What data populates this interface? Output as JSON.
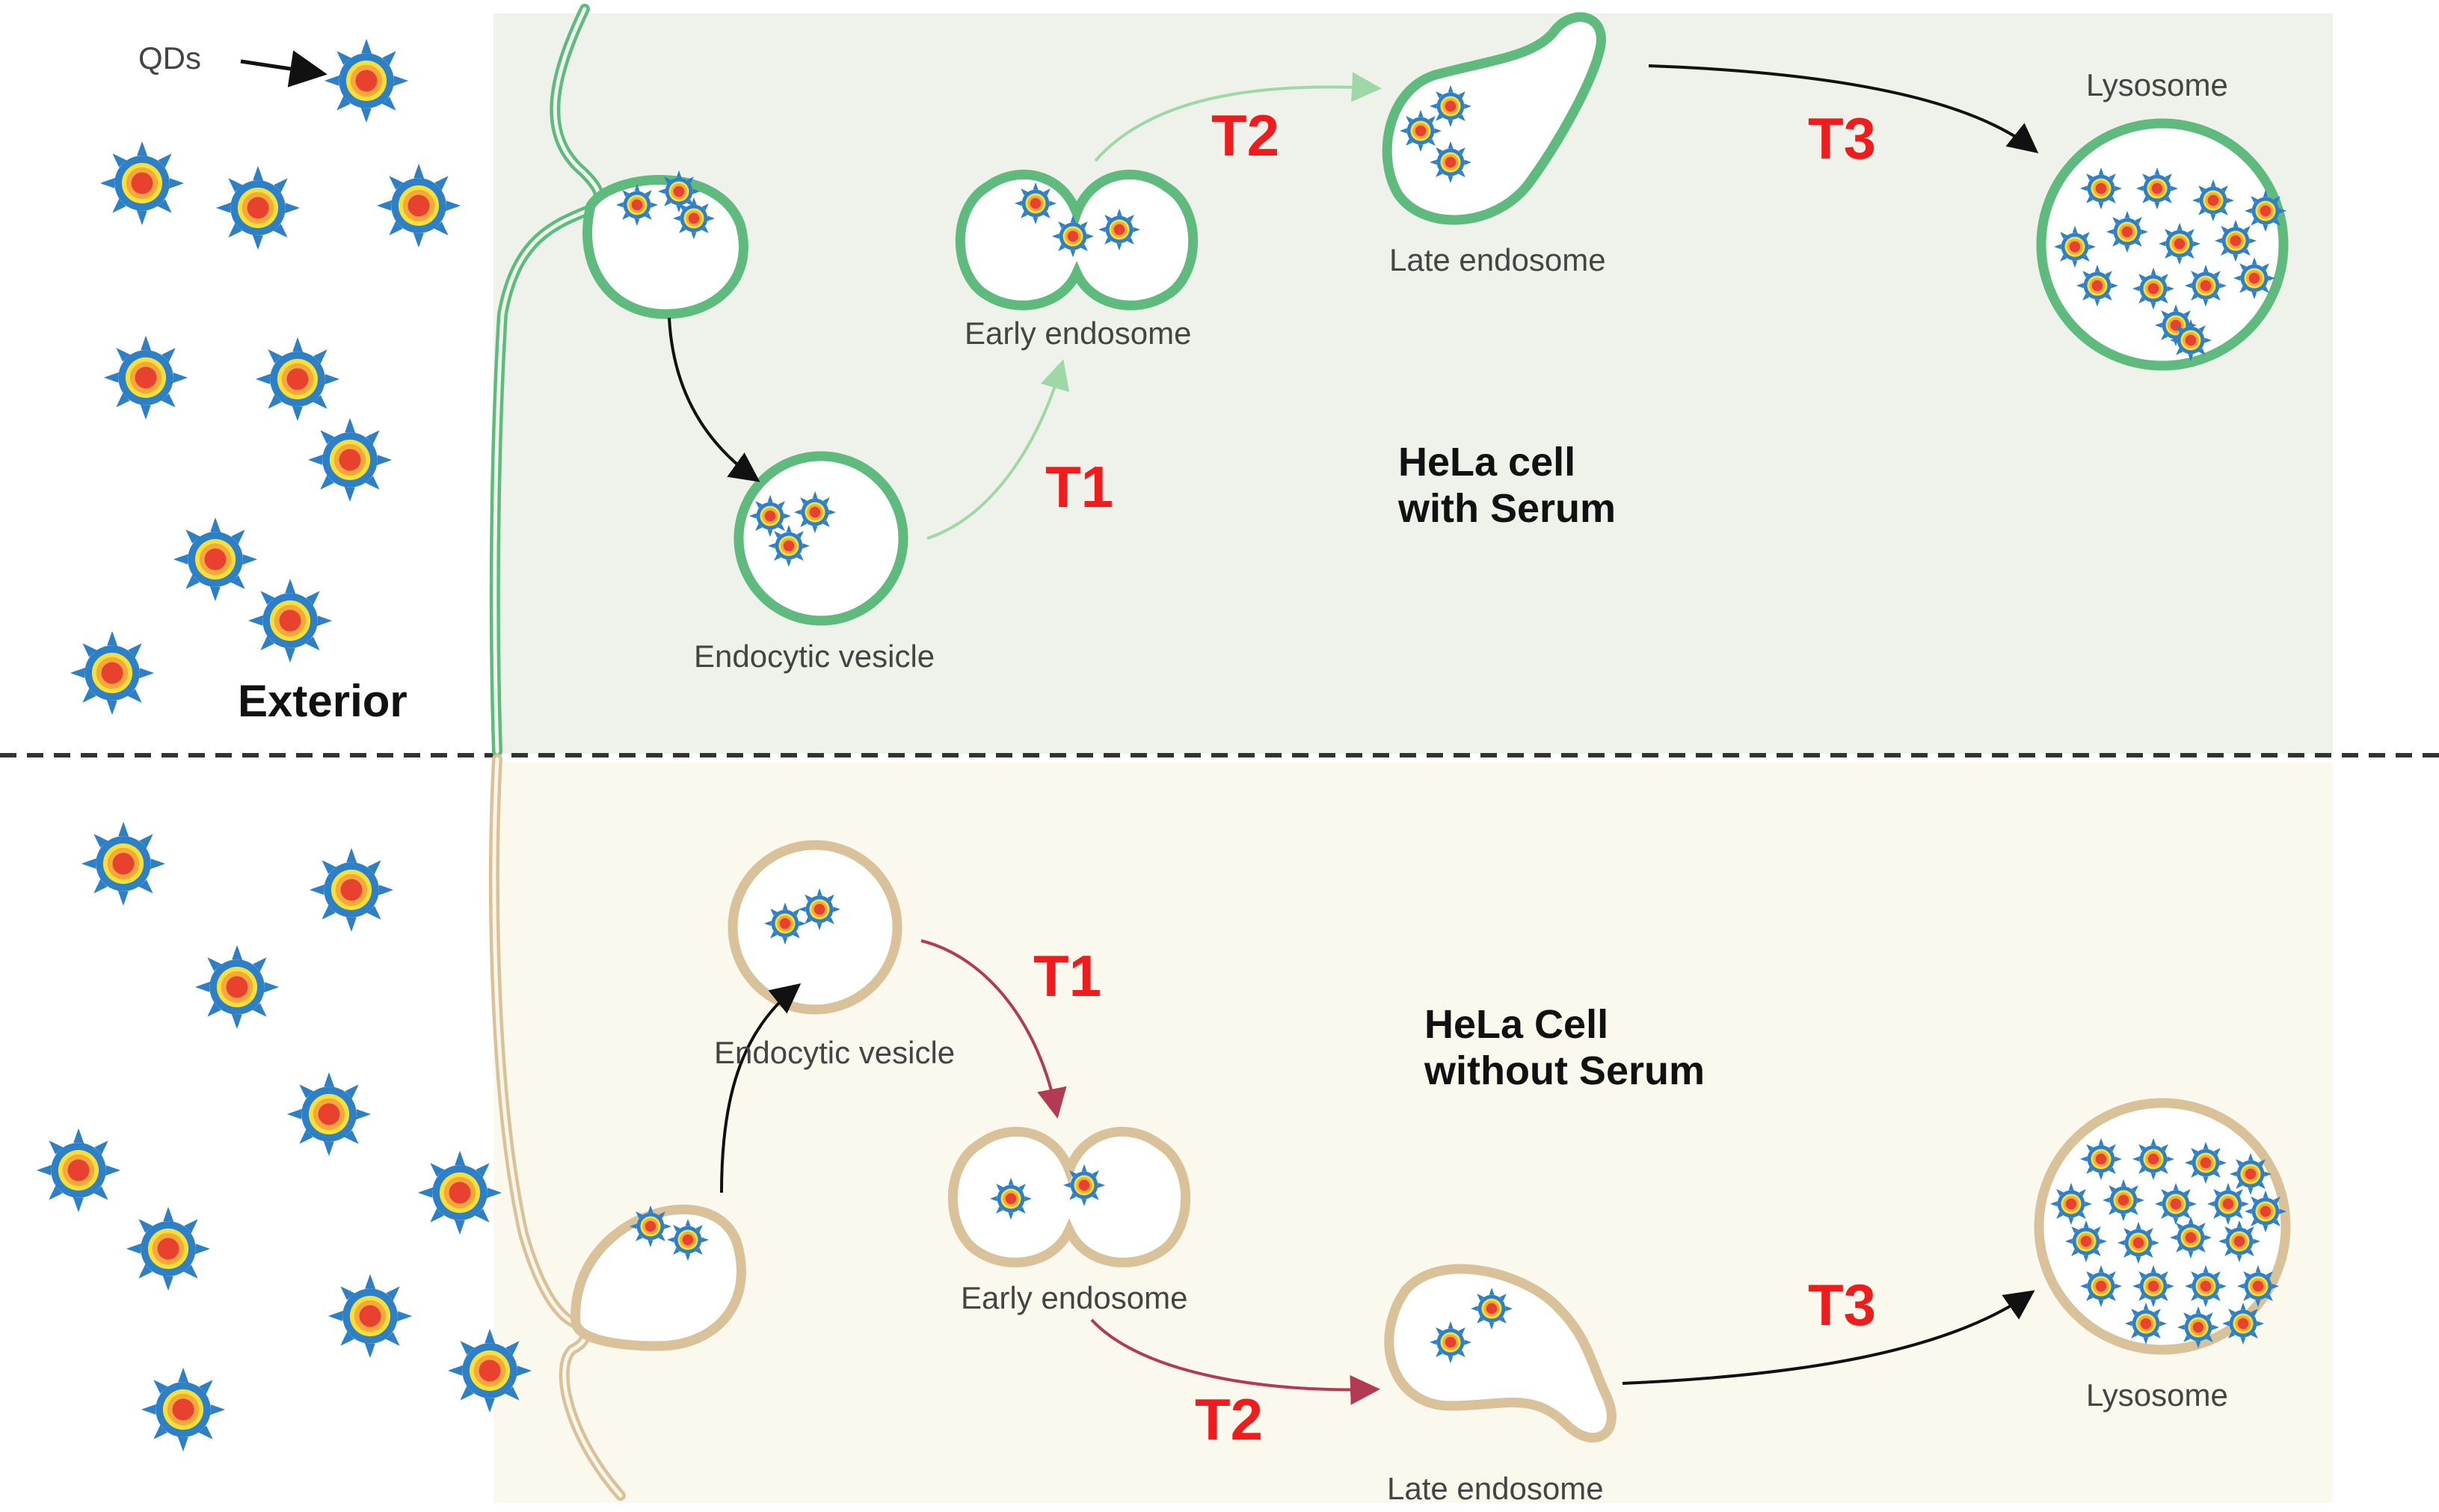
{
  "labels": {
    "qds": "QDs",
    "exterior": "Exterior",
    "top_cell_line1": "HeLa cell",
    "top_cell_line2": "with Serum",
    "bottom_cell_line1": "HeLa Cell",
    "bottom_cell_line2": "without Serum",
    "endocytic_vesicle": "Endocytic vesicle",
    "early_endosome": "Early endosome",
    "late_endosome": "Late endosome",
    "lysosome": "Lysosome",
    "t1": "T1",
    "t2": "T2",
    "t3": "T3"
  },
  "colors": {
    "serum_panel": "#eef2ea",
    "serum_membrane": "#5fba7d",
    "noserum_panel": "#fbf8ed",
    "noserum_membrane": "#d9c29a",
    "qd_shell": "#2d7fc6",
    "qd_ring": "#f6e03a",
    "qd_core": "#e8412f",
    "arrow_dark": "#111111",
    "arrow_green": "#9fd8a6",
    "arrow_maroon": "#b23a52",
    "t_label": "#ee1c1c"
  }
}
